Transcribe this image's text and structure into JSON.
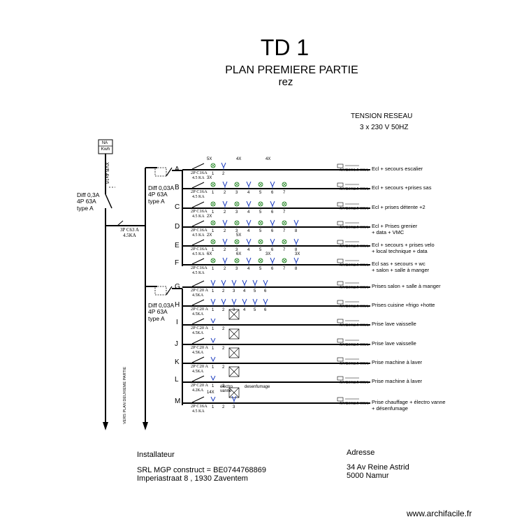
{
  "header": {
    "title": "TD 1",
    "subtitle": "PLAN PREMIERE PARTIE",
    "subtitle2": "rez"
  },
  "tension": {
    "label": "TENSION RESEAU",
    "value": "3 x 230 V 50HZ"
  },
  "meter": {
    "top_text": "NA",
    "label": "Kwh",
    "cable": "XVB 4x16"
  },
  "main_breaker": {
    "lines": [
      "Diff 0,3A",
      "4P  63A",
      "type A"
    ]
  },
  "group_breaker_1": {
    "lines": [
      "Diff 0,03A",
      "4P  63A",
      "type A"
    ]
  },
  "group_breaker_2": {
    "lines": [
      "Diff 0,03A",
      "4P  63A",
      "type A"
    ]
  },
  "tap_breaker": {
    "lines": [
      "3P C63 A",
      "4.5KA"
    ]
  },
  "vertical_label": "VERS PLAN DEUXIEME PARTIE",
  "circuits": [
    {
      "letter": "A",
      "breaker": "2P C16A",
      "ka": "4.5 KA",
      "count_labels": [
        "5X",
        "4X",
        "4X"
      ],
      "numbers": [
        "1",
        "2"
      ],
      "cable": "XVB3G1.5 CCA",
      "description": [
        "Ecl + secours escalier"
      ]
    },
    {
      "letter": "B",
      "breaker": "2P C16A",
      "ka": "4.5 KA",
      "count_labels": [
        "3X"
      ],
      "numbers": [
        "1",
        "2",
        "3",
        "4",
        "5",
        "6",
        "7"
      ],
      "cable": "XVB3G2.5 CCA",
      "description": [
        "Ecl + secours +prises sas"
      ]
    },
    {
      "letter": "C",
      "breaker": "2P C16A",
      "ka": "4.5 KA",
      "count_labels": [],
      "numbers": [
        "1",
        "2",
        "3",
        "4",
        "5",
        "6",
        "7"
      ],
      "cable": "XVB3G2.5 CCA",
      "description": [
        "Ecl + prises  détente +2"
      ]
    },
    {
      "letter": "D",
      "breaker": "2P C16A",
      "ka": "4.5 KA",
      "count_labels": [
        "2X"
      ],
      "numbers": [
        "1",
        "2",
        "3",
        "4",
        "5",
        "6",
        "7",
        "8"
      ],
      "cable": "XVB3G2.5 CCA",
      "description": [
        "Ecl + Prises grenier",
        "+ data + VMC"
      ]
    },
    {
      "letter": "E",
      "breaker": "2P C16A",
      "ka": "4.5 KA",
      "count_labels": [
        "2X",
        "5X"
      ],
      "numbers": [
        "1",
        "2",
        "3",
        "4",
        "5",
        "6",
        "7",
        "8"
      ],
      "cable": "XVB3G2.5 CCA",
      "description": [
        "Ecl + secours + prises velo",
        "+ local technique + data"
      ]
    },
    {
      "letter": "F",
      "breaker": "2P C16A",
      "ka": "4.5 KA",
      "count_labels": [
        "6X",
        "6X",
        "3X",
        "3X"
      ],
      "numbers": [
        "1",
        "2",
        "3",
        "4",
        "5",
        "6",
        "7",
        "8"
      ],
      "cable": "XVB3G2.5 CCA",
      "description": [
        "Ecl sas + secours + wc",
        "+ salon + salle à manger"
      ]
    },
    {
      "letter": "G",
      "breaker": "2P C20 A",
      "ka": "4.5KA",
      "count_labels": [],
      "numbers": [
        "1",
        "2",
        "3",
        "4",
        "5",
        "6"
      ],
      "cable": "XVB3G2.5 CCA",
      "description": [
        "Prises salon + salle à manger"
      ]
    },
    {
      "letter": "H",
      "breaker": "2P C20 A",
      "ka": "4.5KA",
      "count_labels": [],
      "numbers": [
        "1",
        "2",
        "3",
        "4",
        "5",
        "6"
      ],
      "cable": "XVB3G2.5 CCA",
      "description": [
        "Prises cuisine +frigo +hotte"
      ]
    },
    {
      "letter": "I",
      "breaker": "2P C20 A",
      "ka": "4.5KA",
      "count_labels": [],
      "numbers": [
        "1",
        "2"
      ],
      "cable": "XVB3G2.5 CCA",
      "description": [
        "Prise lave vaisselle"
      ]
    },
    {
      "letter": "J",
      "breaker": "2P C20 A",
      "ka": "4.5KA",
      "count_labels": [],
      "numbers": [
        "1",
        "2"
      ],
      "cable": "XVB3G2.5 CCA",
      "description": [
        "Prise  lave vaisselle"
      ]
    },
    {
      "letter": "K",
      "breaker": "2P C20 A",
      "ka": "4.5KA",
      "count_labels": [],
      "numbers": [
        "1",
        "2"
      ],
      "cable": "XVB3G2.5 CCA",
      "description": [
        "Prise machine à laver"
      ]
    },
    {
      "letter": "L",
      "breaker": "2P C20 A",
      "ka": "4.2KA",
      "count_labels": [],
      "numbers": [
        "1",
        "2"
      ],
      "cable": "XVB3G2.5 CCA",
      "description": [
        "Prise machine à laver"
      ]
    },
    {
      "letter": "M",
      "breaker": "2P C16A",
      "ka": "4.5 KA",
      "count_labels": [
        "14X"
      ],
      "numbers": [
        "1",
        "2",
        "3"
      ],
      "cable": "XVB3G2.5 CCA",
      "description": [
        "Prise chauffage + électro vanne",
        "+ désenfumage"
      ],
      "device_labels": [
        "électro vanne",
        "desenfumage"
      ]
    }
  ],
  "footer": {
    "installer_label": "Installateur",
    "installer_name": "SRL MGP construct = BE0744768869",
    "installer_address": "Imperiastraat 8 , 1930 Zaventem",
    "address_label": "Adresse",
    "address_line1": "34 Av Reine Astrid",
    "address_line2": "5000 Namur",
    "watermark": "www.archifacile.fr"
  },
  "colors": {
    "lines": "#000000",
    "light_symbol": "#2e8b2e",
    "socket_symbol": "#1f3fbf"
  }
}
